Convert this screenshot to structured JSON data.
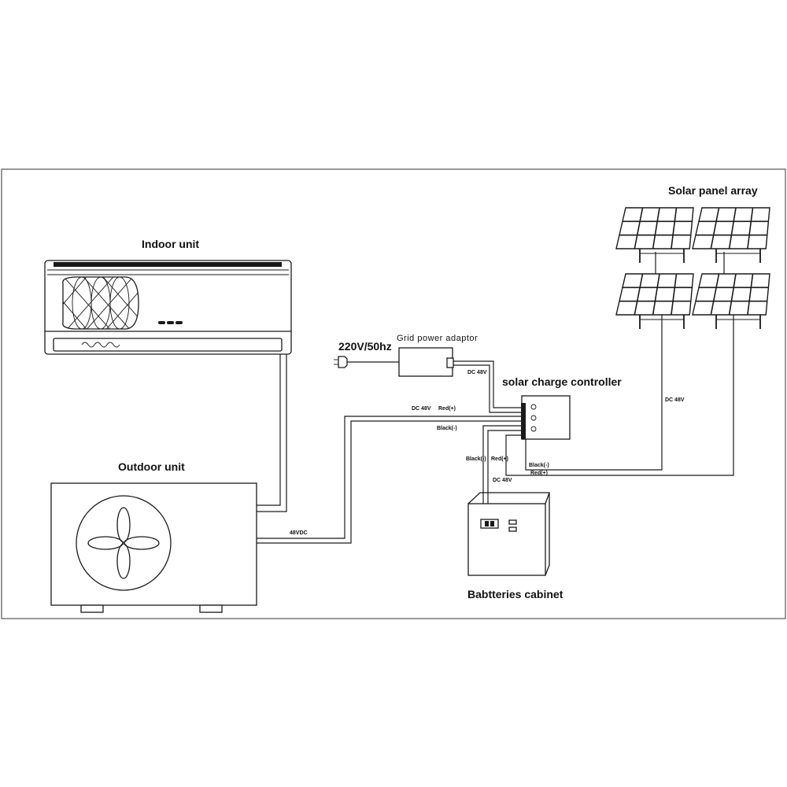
{
  "labels": {
    "indoor_unit": "Indoor unit",
    "outdoor_unit": "Outdoor unit",
    "grid_adaptor": "Grid power adaptor",
    "grid_voltage": "220V/50hz",
    "charge_controller": "solar charge controller",
    "solar_array": "Solar panel array",
    "battery_cabinet": "Babtteries cabinet"
  },
  "wire_labels": {
    "adaptor_out": "DC 48V",
    "ac_feed": "DC 48V",
    "ac_feed_red": "Red(+)",
    "ac_feed_black": "Black(-)",
    "outdoor_in": "48VDC",
    "battery_black": "Black(-)",
    "battery_red": "Red(+)",
    "battery_dc": "DC 48V",
    "solar_black": "Black(-)",
    "solar_red": "Red(+)",
    "solar_dc": "DC 48V"
  },
  "colors": {
    "line": "#1a1a1a",
    "background": "#ffffff"
  }
}
